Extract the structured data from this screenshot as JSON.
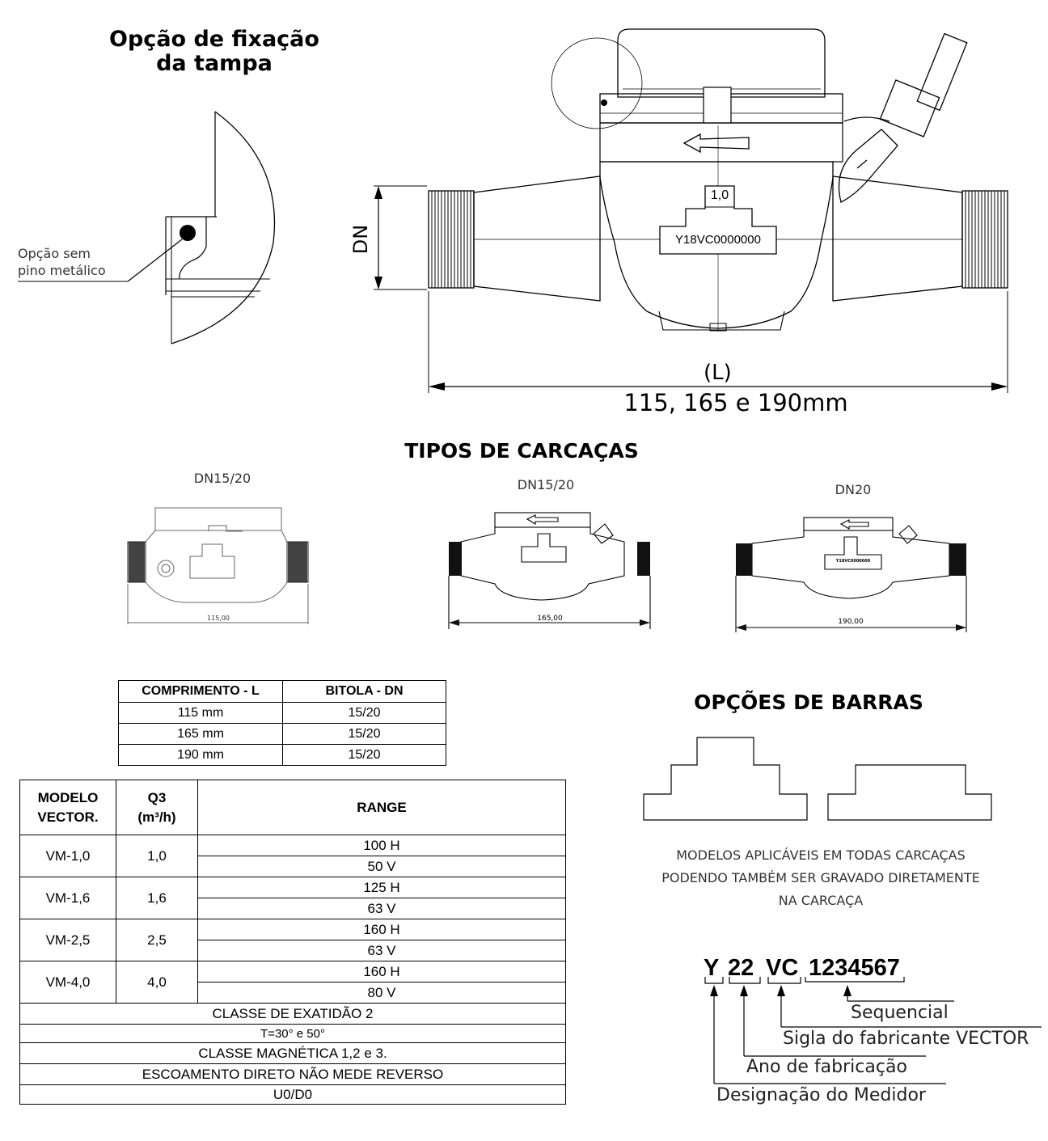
{
  "fixing": {
    "title_line1": "Opção de fixação",
    "title_line2": "da tampa",
    "note_line1": "Opção sem",
    "note_line2": "pino metálico"
  },
  "main_drawing": {
    "dn_label": "DN",
    "class_label": "1,0",
    "serial_label": "Y18VC0000000",
    "length_symbol": "(L)",
    "length_values": "115, 165 e 190mm"
  },
  "housings": {
    "title": "TIPOS DE CARCAÇAS",
    "items": [
      {
        "label": "DN15/20",
        "dimension": "115,00"
      },
      {
        "label": "DN15/20",
        "dimension": "165,00"
      },
      {
        "label": "DN20",
        "dimension": "190,00",
        "serial": "Y18VC0000000"
      }
    ]
  },
  "length_table": {
    "headers": [
      "COMPRIMENTO - L",
      "BITOLA - DN"
    ],
    "rows": [
      [
        "115 mm",
        "15/20"
      ],
      [
        "165 mm",
        "15/20"
      ],
      [
        "190 mm",
        "15/20"
      ]
    ]
  },
  "model_table": {
    "header_model_1": "MODELO",
    "header_model_2": "VECTOR.",
    "header_q3_1": "Q3",
    "header_q3_2": "(m³/h)",
    "header_range": "RANGE",
    "rows": [
      {
        "model": "VM-1,0",
        "q3": "1,0",
        "range_h": "100 H",
        "range_v": "50 V"
      },
      {
        "model": "VM-1,6",
        "q3": "1,6",
        "range_h": "125 H",
        "range_v": "63 V"
      },
      {
        "model": "VM-2,5",
        "q3": "2,5",
        "range_h": "160 H",
        "range_v": "63 V"
      },
      {
        "model": "VM-4,0",
        "q3": "4,0",
        "range_h": "160 H",
        "range_v": "80 V"
      }
    ],
    "footer": [
      "CLASSE DE EXATIDÃO 2",
      "T=30° e 50°",
      "CLASSE  MAGNÉTICA 1,2 e 3.",
      "ESCOAMENTO DIRETO NÃO MEDE REVERSO",
      "U0/D0"
    ]
  },
  "bars": {
    "title": "OPÇÕES DE BARRAS",
    "note_line1": "MODELOS APLICÁVEIS EM TODAS CARCAÇAS",
    "note_line2": "PODENDO TAMBÉM SER GRAVADO DIRETAMENTE",
    "note_line3": "NA CARCAÇA"
  },
  "code": {
    "p1": "Y",
    "p2": "22",
    "p3": "VC",
    "p4": "1234567",
    "sequencial": "Sequencial",
    "manufacturer": "Sigla do fabricante VECTOR",
    "year": "Ano de fabricação",
    "designation": "Designação do Medidor"
  }
}
